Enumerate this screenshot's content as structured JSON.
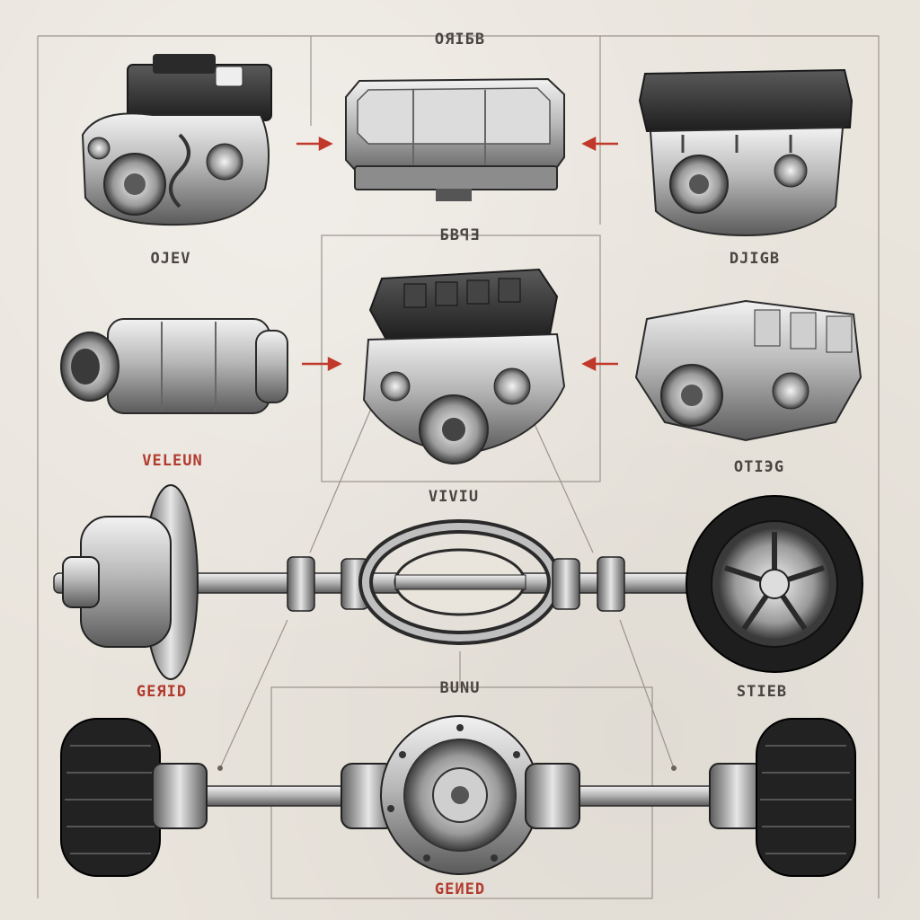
{
  "labels": {
    "top_center": "OЯIƂB",
    "top_left": "OJEV",
    "top_right": "DJIGB",
    "center_box": "ƂBꟼƎ",
    "mid_left": "VELEUN",
    "mid_right": "OTIЭG",
    "center_under": "VIVIU",
    "axle_left": "GEЯID",
    "axle_center": "BUNU",
    "axle_right": "STIEB",
    "bottom_center": "GEИED"
  },
  "colors": {
    "background": "#e9e4dc",
    "line": "#8a847c",
    "arrow": "#c0392b",
    "ink": "#2b2b2b",
    "metal_light": "#d9d9d9",
    "metal_mid": "#9a9a9a",
    "metal_dark": "#4a4a4a"
  }
}
